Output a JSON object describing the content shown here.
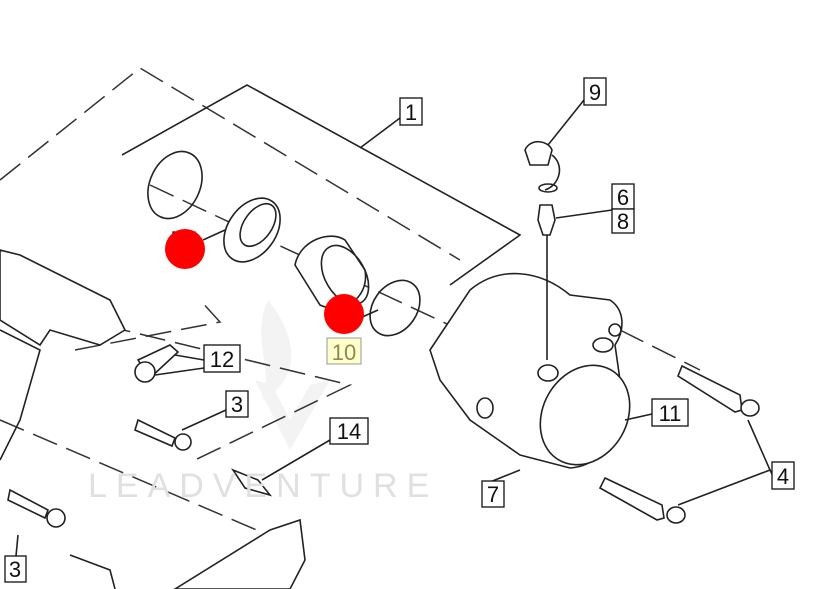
{
  "watermark": "LEADVENTURE",
  "callouts": [
    {
      "id": "1",
      "label": "1"
    },
    {
      "id": "9",
      "label": "9"
    },
    {
      "id": "6",
      "label": "6"
    },
    {
      "id": "8",
      "label": "8"
    },
    {
      "id": "12",
      "label": "12"
    },
    {
      "id": "3a",
      "label": "3"
    },
    {
      "id": "14",
      "label": "14"
    },
    {
      "id": "11",
      "label": "11"
    },
    {
      "id": "7",
      "label": "7"
    },
    {
      "id": "4",
      "label": "4"
    },
    {
      "id": "3b",
      "label": "3"
    },
    {
      "id": "10",
      "label": "10"
    }
  ],
  "colors": {
    "marker": "#ff0000",
    "highlight": "#ffffcc",
    "line": "#222222"
  }
}
